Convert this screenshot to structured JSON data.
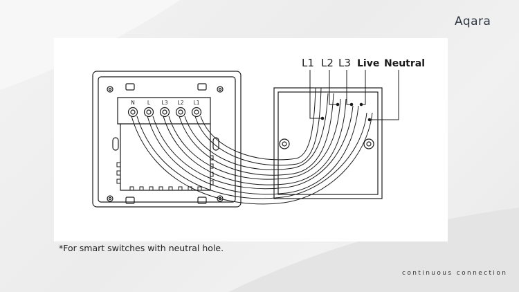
{
  "brand": {
    "logo_text": "Aqara",
    "tagline": "continuous connection"
  },
  "diagram": {
    "terminals": [
      "N",
      "L",
      "L3",
      "L2",
      "L1"
    ],
    "wires": [
      "L1",
      "L2",
      "L3",
      "Live",
      "Neutral"
    ]
  },
  "footnote": "*For smart switches with neutral hole."
}
